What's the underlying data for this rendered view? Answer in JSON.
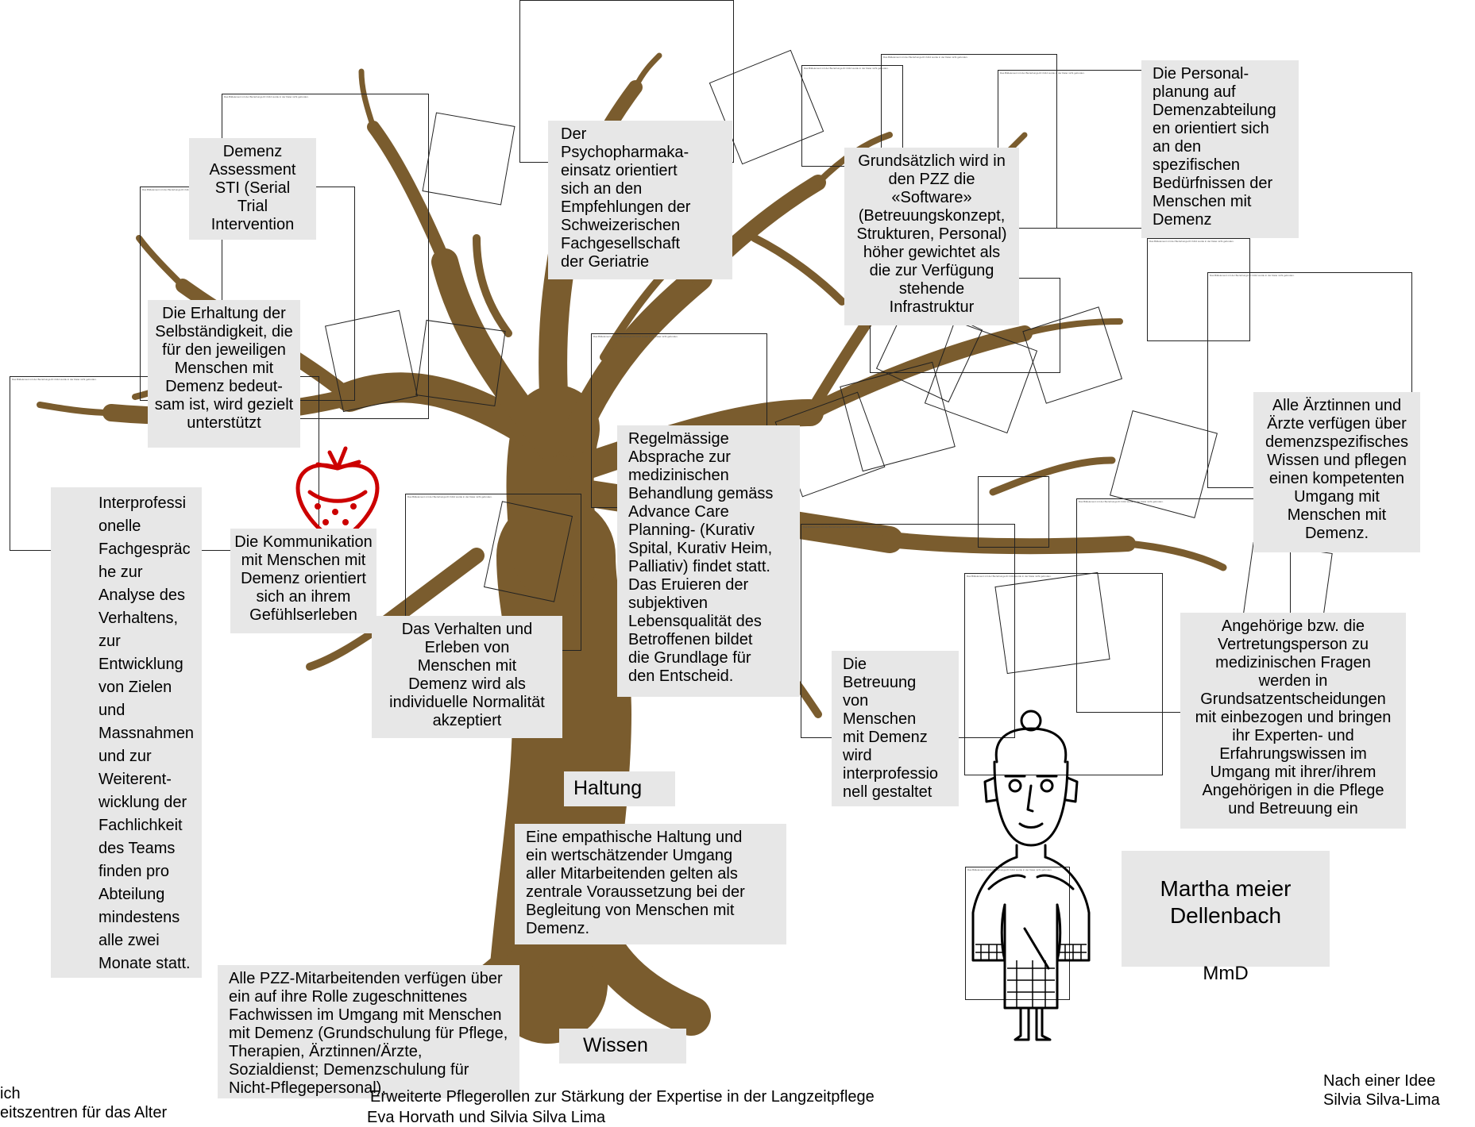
{
  "colors": {
    "tree": "#7a5c2e",
    "box": "#e7e7e7",
    "strawberry": "#cc0000",
    "text": "#000000"
  },
  "icons": [
    "tree-illustration",
    "strawberry-icon",
    "grandmother-figure"
  ],
  "notes": {
    "demenz_assessment": "Demenz\nAssessment\nSTI (Serial\nTrial\nIntervention",
    "psychopharmaka": "Der\nPsychopharmaka-\neinsatz orientiert\nsich an den\nEmpfehlungen der\nSchweizerischen\nFachgesellschaft\nder Geriatrie",
    "grundsaetzlich": "Grundsätzlich wird in\nden PZZ die\n«Software»\n(Betreuungskonzept,\nStrukturen, Personal)\nhöher gewichtet als\ndie zur Verfügung\nstehende\nInfrastruktur",
    "personalplanung": "Die Personal-\nplanung auf\nDemenzabteilung\nen orientiert sich\nan den\nspezifischen\nBedürfnissen der\nMenschen mit\nDemenz",
    "erhaltung": "Die Erhaltung der\nSelbständigkeit, die\nfür den jeweiligen\nMenschen mit\nDemenz bedeut-\nsam ist, wird gezielt\nunterstützt",
    "interprofessionelle": "Interprofessi\nonelle\nFachgespräc\nhe zur\nAnalyse des\nVerhaltens,\nzur\nEntwicklung\nvon Zielen\nund\nMassnahmen\nund zur\nWeiterent-\nwicklung der\nFachlichkeit\ndes Teams\nfinden pro\nAbteilung\nmindestens\nalle zwei\nMonate statt.",
    "interprofessionelle_bullet": "–",
    "kommunikation": "Die Kommunikation\nmit Menschen mit\nDemenz orientiert\nsich an ihrem\nGefühlserleben",
    "verhalten": "Das Verhalten und\nErleben von\nMenschen mit\nDemenz wird als\nindividuelle Normalität\nakzeptiert",
    "regelmaessig": "Regelmässige\nAbsprache zur\nmedizinischen\nBehandlung gemäss\nAdvance Care\nPlanning- (Kurativ\nSpital, Kurativ Heim,\nPalliativ) findet statt.\nDas Eruieren der\nsubjektiven\nLebensqualität des\nBetroffenen bildet\ndie Grundlage für\nden Entscheid.",
    "aerztinnen": "Alle Ärztinnen und\nÄrzte verfügen über\ndemenzspezifisches\nWissen und pflegen\neinen kompetenten\nUmgang mit\nMenschen mit\nDemenz.",
    "betreuung": "Die\nBetreuung\nvon\nMenschen\nmit Demenz\nwird\ninterprofessio\nnell gestaltet",
    "angehoerige": "Angehörige bzw. die\nVertretungsperson zu\nmedizinischen Fragen\nwerden in\nGrundsatzentscheidungen\nmit einbezogen und bringen\nihr Experten- und\nErfahrungswissen im\nUmgang mit ihrer/ihrem\nAngehörigen in die Pflege\nund Betreuung ein",
    "haltung": "Haltung",
    "empathisch": "Eine empathische Haltung und\nein wertschätzender Umgang\naller Mitarbeitenden gelten als\nzentrale Voraussetzung bei der\nBegleitung von Menschen mit\nDemenz.",
    "martha": "Martha meier\nDellenbach",
    "mmd": "MmD",
    "alle_pzz": "Alle PZZ-Mitarbeitenden verfügen über\nein auf ihre Rolle zugeschnittenes\nFachwissen im Umgang mit Menschen\nmit Demenz (Grundschulung für Pflege,\nTherapien, Ärztinnen/Ärzte,\nSozialdienst; Demenzschulung für\nNicht-Pflegepersonal).",
    "wissen": "Wissen"
  },
  "footer": {
    "left": "ich\neitszentren für das Alter",
    "center_line1": "Erweiterte Pflegerollen zur Stärkung der Expertise in der Langzeitpflege",
    "center_line2": "Eva Horvath und Silvia Silva Lima",
    "right": "Nach einer Idee\nSilvia Silva-Lima"
  },
  "image_placeholder_caption": "Das Bildelement mit der Beziehungs-ID rId14 wurde in der Datei nicht gefunden."
}
